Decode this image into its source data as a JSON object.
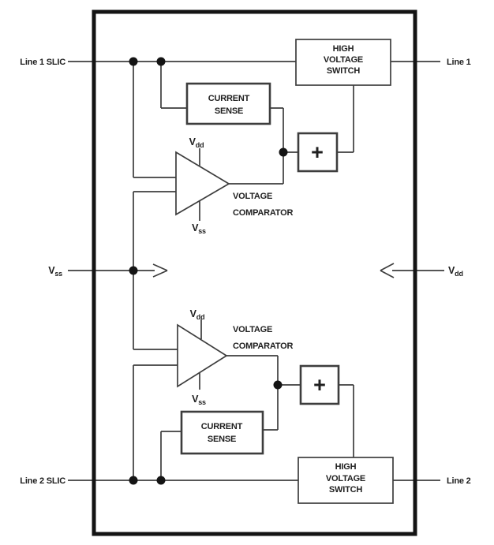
{
  "diagram": {
    "labels": {
      "line1_slic": "Line 1 SLIC",
      "line1": "Line 1",
      "line2_slic": "Line 2 SLIC",
      "line2": "Line 2"
    },
    "rails": {
      "vss": {
        "main": "V",
        "sub": "ss"
      },
      "vdd": {
        "main": "V",
        "sub": "dd"
      }
    },
    "blocks": {
      "high_voltage_switch": {
        "l1": "HIGH",
        "l2": "VOLTAGE",
        "l3": "SWITCH"
      },
      "current_sense": {
        "l1": "CURRENT",
        "l2": "SENSE"
      },
      "summer": {
        "symbol": "+"
      },
      "comparator": {
        "l1": "VOLTAGE",
        "l2": "COMPARATOR",
        "vdd_main": "V",
        "vdd_sub": "dd",
        "vss_main": "V",
        "vss_sub": "ss"
      }
    },
    "colors": {
      "line": "#3d3d3d",
      "border": "#141414",
      "text": "#202020",
      "background": "#ffffff"
    }
  }
}
